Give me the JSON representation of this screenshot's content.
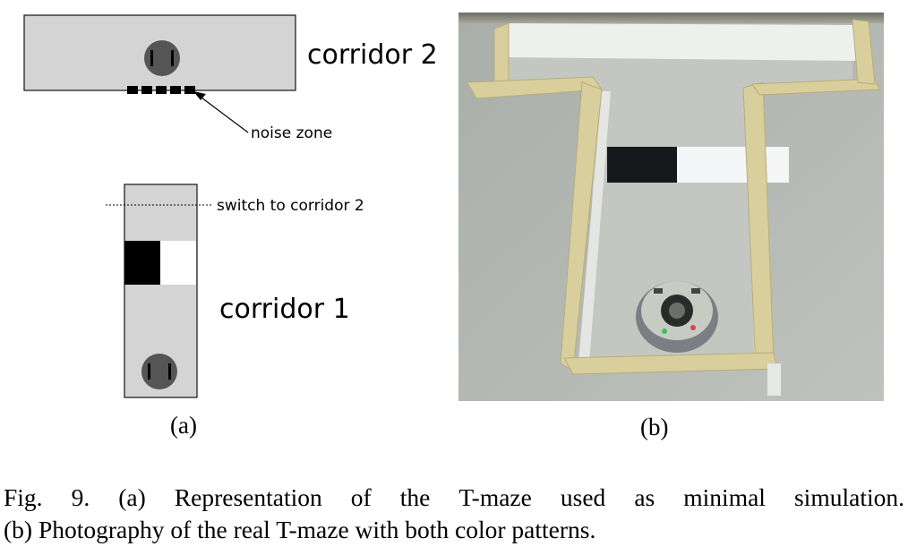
{
  "diagram_a": {
    "corridor2_label": "corridor 2",
    "corridor1_label": "corridor 1",
    "noise_zone_label": "noise zone",
    "switch_label": "switch to corridor 2",
    "panel_label": "(a)",
    "colors": {
      "corridor_fill": "#d4d4d4",
      "robot": "#555555",
      "black_pattern": "#000000",
      "white_pattern": "#ffffff"
    }
  },
  "photo_b": {
    "panel_label": "(b)"
  },
  "caption": {
    "line1_words": [
      "Fig.",
      "9.",
      "(a)",
      "Representation",
      "of",
      "the",
      "T-maze",
      "used",
      "as",
      "minimal",
      "simulation."
    ],
    "line2": "(b) Photography of the real T-maze with both color patterns."
  }
}
